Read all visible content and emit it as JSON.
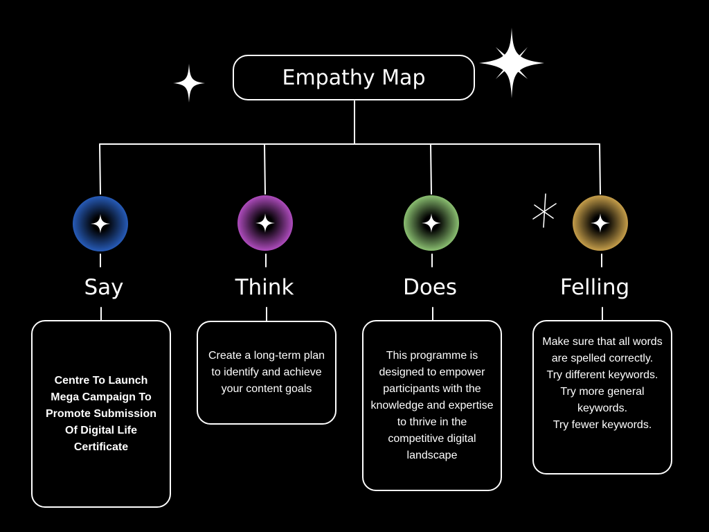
{
  "title": "Empathy Map",
  "nodes": [
    {
      "label": "Say",
      "color": "#2f6fe0",
      "text": "Centre To Launch\nMega Campaign To\nPromote Submission\nOf Digital Life\nCertificate"
    },
    {
      "label": "Think",
      "color": "#d45ce6",
      "text": "Create a long-term plan\nto identify and achieve\nyour content goals"
    },
    {
      "label": "Does",
      "color": "#a8e889",
      "text": "This programme is\ndesigned to empower\nparticipants with the\nknowledge and expertise\nto thrive in the\ncompetitive digital\nlandscape"
    },
    {
      "label": "Felling",
      "color": "#f0c05a",
      "text": "Make sure that all words\nare spelled correctly.\nTry different keywords.\nTry more general\nkeywords.\nTry fewer keywords."
    }
  ],
  "icons": {
    "node_icon": "four-point-star-icon",
    "decorations": [
      "sparkle-icon",
      "sparkle-burst-icon",
      "asterisk-doodle-icon"
    ]
  },
  "colors": {
    "background": "#000000",
    "line": "#ffffff"
  }
}
